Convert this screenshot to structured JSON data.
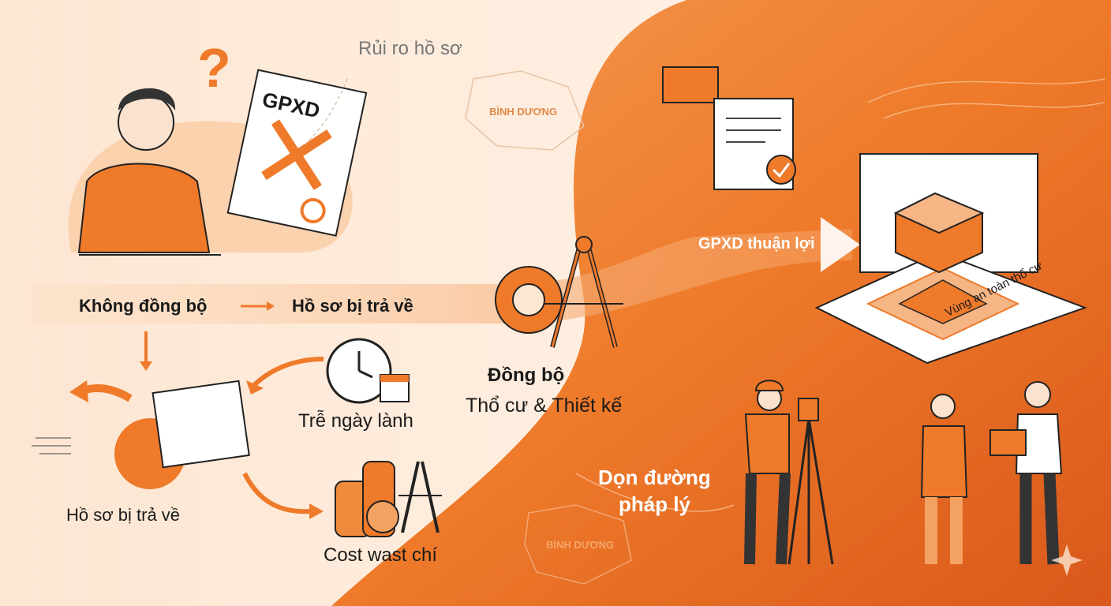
{
  "colors": {
    "accent": "#ee7a2a",
    "dark_orange": "#d9601a",
    "light_bg": "#fdf1e6",
    "ink": "#1a1a1a"
  },
  "left": {
    "risk_label": "Rủi ro hồ sơ",
    "document_title": "GPXD",
    "region_label": "BÌNH DƯƠNG",
    "flow_start": "Không đồng bộ",
    "flow_end": "Hồ sơ bị trả về",
    "delay_label": "Trễ ngày lành",
    "returned_label": "Hồ sơ bị trả về",
    "cost_label": "Cost wast chí"
  },
  "center": {
    "title": "Đồng bộ",
    "subtitle": "Thổ cư & Thiết kế"
  },
  "right": {
    "permit_label": "GPXD thuận lợi",
    "safe_zone_label": "Vùng an toàn thổ cư",
    "legal_line1": "Dọn đường",
    "legal_line2": "pháp lý",
    "region_label": "BÌNH DƯƠNG"
  }
}
